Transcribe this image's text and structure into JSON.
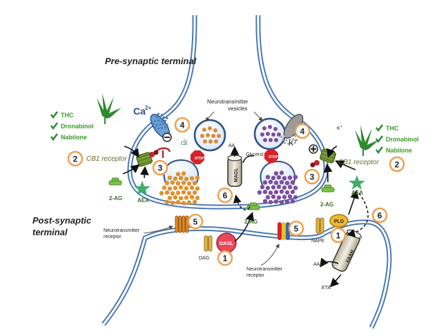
{
  "labels": {
    "presynaptic": "Pre-synaptic terminal",
    "postsynaptic_line1": "Post-synaptic",
    "postsynaptic_line2": "terminal",
    "nt_vesicles_line1": "Neurotransmitter",
    "nt_vesicles_line2": "vesicles",
    "calcium": "Ca",
    "calcium_charge": "2+",
    "calcium_small": "Ca",
    "potassium": "K",
    "potassium_charge": "+",
    "potassium_small": "K",
    "cb1_receptor": "CB1 receptor",
    "two_ag": "2-AG",
    "aea": "AEA",
    "stop": "STOP",
    "aa": "AA",
    "glycerol": "Glycerol",
    "magl": "MAGL",
    "faah": "FAAH",
    "nt_receptor_line1": "Neurotransmitter",
    "nt_receptor_line2": "receptor",
    "dag": "DAG",
    "dagl": "DAGL",
    "nape": "NAPE",
    "pld": "PLD",
    "eta": "ETA"
  },
  "drugs": {
    "left": [
      "THC",
      "Dronabinol",
      "Nabilone"
    ],
    "right": [
      "THC",
      "Dronabinol",
      "Nabilone"
    ]
  },
  "steps": [
    "4",
    "4",
    "2",
    "2",
    "3",
    "3",
    "6",
    "6",
    "5",
    "5",
    "1",
    "1"
  ],
  "colors": {
    "membrane": "#4a78b5",
    "drug_green": "#3a9a2a",
    "step_circle": "#f0a050",
    "stop_red": "#d6232a"
  }
}
